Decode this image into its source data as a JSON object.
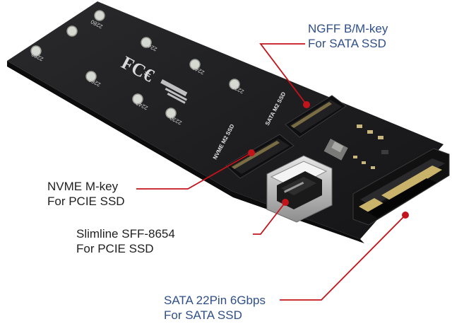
{
  "callouts": {
    "ngff": {
      "line1": "NGFF B/M-key",
      "line2": "For SATA SSD"
    },
    "nvme": {
      "line1": "NVME M-key",
      "line2": "For PCIE SSD"
    },
    "slimline": {
      "line1": "Slimline SFF-8654",
      "line2": "For PCIE SSD"
    },
    "sata": {
      "line1": "SATA 22Pin 6Gbps",
      "line2": "For SATA SSD"
    }
  },
  "board_labels": {
    "top_slot": "SATA M2 SSD",
    "bottom_slot": "NVME M2 SSD",
    "pos_2280": "2280",
    "pos_2260": "2260",
    "pos_2242": "2242",
    "pos_2230": "2230"
  },
  "colors": {
    "leader": "#c4141b",
    "pcb": "#1b1b1d",
    "text_blue": "#2f4f8a",
    "text_dark": "#1f1f1f"
  }
}
